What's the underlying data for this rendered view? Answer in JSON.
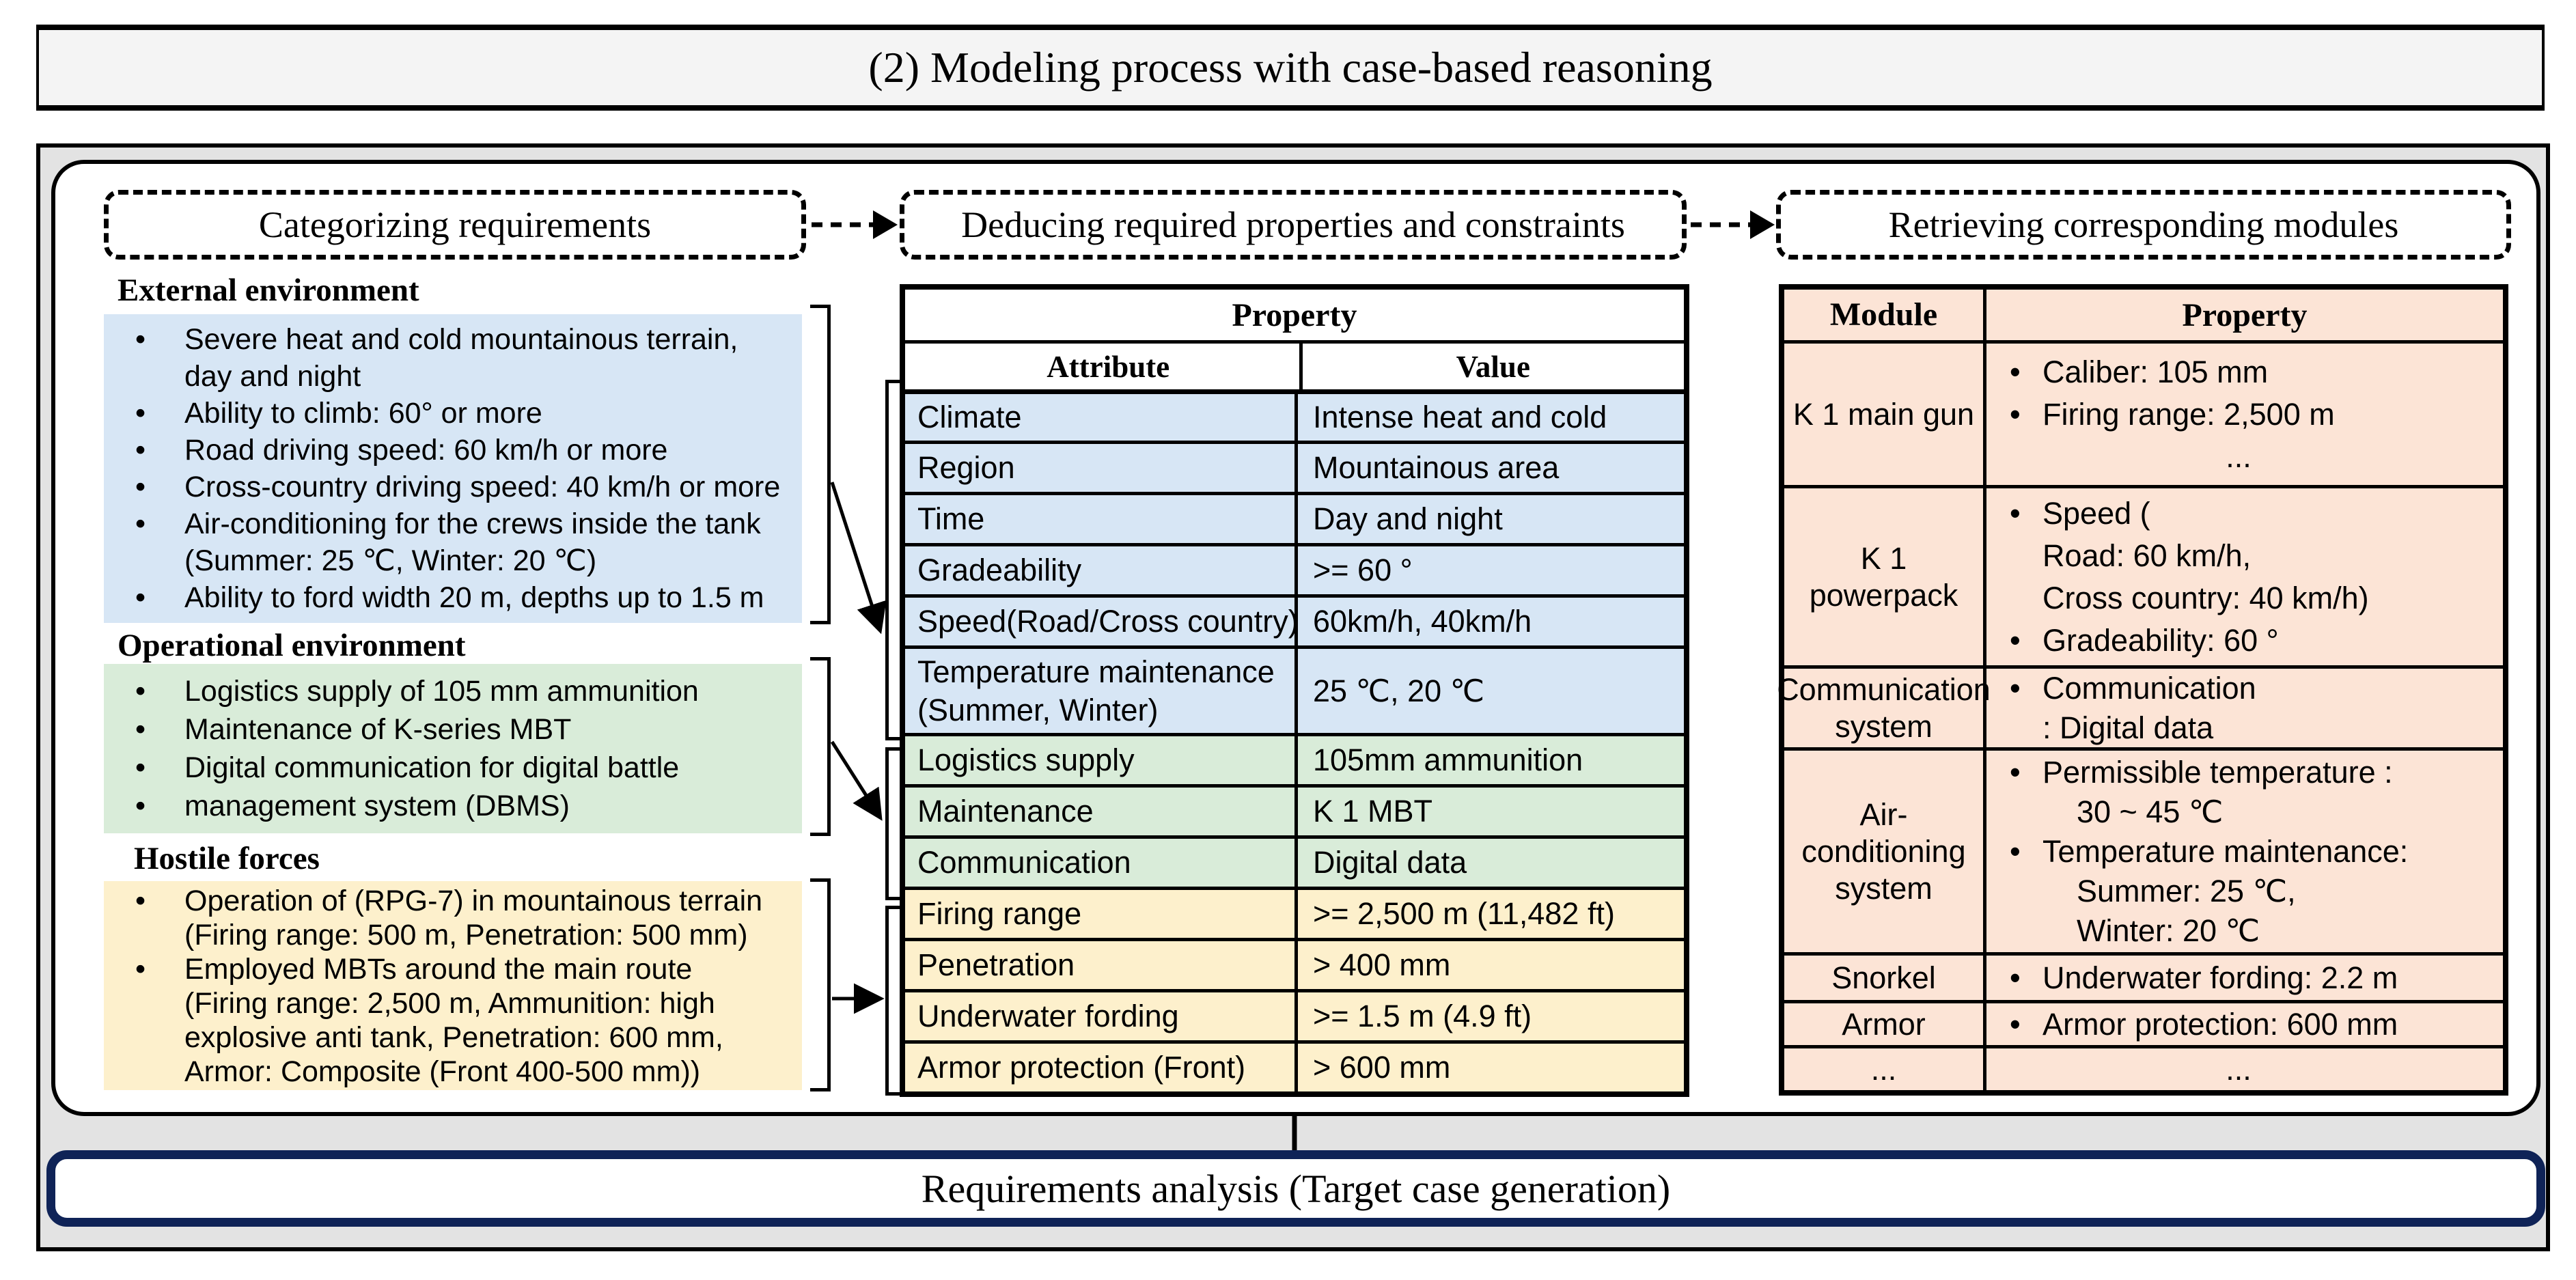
{
  "title": "(2) Modeling process with case-based reasoning",
  "steps": [
    "Categorizing requirements",
    "Deducing required properties and constraints",
    "Retrieving corresponding modules"
  ],
  "categories": [
    {
      "heading": "External environment",
      "lines": [
        "Severe heat and cold mountainous terrain,",
        "day and night",
        "Ability to climb: 60° or more",
        "Road driving speed: 60 km/h or more",
        "Cross-country driving speed: 40 km/h or more",
        "Air-conditioning for the crews inside the tank",
        "(Summer: 25 ℃, Winter: 20 ℃)",
        "Ability to ford width 20 m, depths up to 1.5 m"
      ]
    },
    {
      "heading": "Operational environment",
      "lines": [
        "Logistics supply of 105 mm ammunition",
        "Maintenance of K-series MBT",
        "Digital communication for digital battle",
        "management system (DBMS)"
      ]
    },
    {
      "heading": "Hostile forces",
      "lines": [
        "Operation of (RPG-7) in mountainous terrain",
        "(Firing range: 500 m, Penetration: 500 mm)",
        "Employed MBTs around the main route",
        "(Firing range: 2,500 m, Ammunition: high",
        "explosive anti tank, Penetration: 600 mm,",
        "Armor: Composite (Front 400-500 mm))"
      ]
    }
  ],
  "property_table": {
    "title": "Property",
    "col1": "Attribute",
    "col2": "Value",
    "rows": [
      {
        "attr": "Climate",
        "value": "Intense heat and cold"
      },
      {
        "attr": "Region",
        "value": "Mountainous area"
      },
      {
        "attr": "Time",
        "value": "Day and night"
      },
      {
        "attr": "Gradeability",
        "value": ">= 60 °"
      },
      {
        "attr": "Speed(Road/Cross country)",
        "value": "60km/h, 40km/h"
      },
      {
        "attr_line1": "Temperature maintenance",
        "attr_line2": "(Summer, Winter)",
        "value": "25 ℃, 20 ℃"
      },
      {
        "attr": "Logistics supply",
        "value": "105mm ammunition"
      },
      {
        "attr": "Maintenance",
        "value": "K 1 MBT"
      },
      {
        "attr": "Communication",
        "value": "Digital data"
      },
      {
        "attr": "Firing range",
        "value": ">= 2,500 m (11,482 ft)"
      },
      {
        "attr": "Penetration",
        "value": "> 400 mm"
      },
      {
        "attr": "Underwater fording",
        "value": ">= 1.5 m (4.9 ft)"
      },
      {
        "attr": "Armor protection (Front)",
        "value": "> 600 mm"
      }
    ]
  },
  "module_table": {
    "col1": "Module",
    "col2": "Property",
    "rows": [
      {
        "module": "K 1 main gun",
        "lines": [
          "Caliber: 105 mm",
          "Firing range: 2,500 m",
          "..."
        ]
      },
      {
        "module": "K 1 powerpack",
        "lines": [
          "Speed (",
          "Road: 60 km/h,",
          "Cross country: 40 km/h)",
          "Gradeability: 60 °"
        ]
      },
      {
        "module_line1": "Communication",
        "module_line2": "system",
        "lines": [
          "Communication",
          ": Digital data"
        ]
      },
      {
        "module_line1": "Air-conditioning",
        "module_line2": "system",
        "lines": [
          "Permissible temperature :",
          "30 ~ 45 ℃",
          "Temperature maintenance:",
          "Summer: 25 ℃,",
          "Winter: 20 ℃"
        ]
      },
      {
        "module": "Snorkel",
        "lines": [
          "Underwater fording: 2.2 m"
        ]
      },
      {
        "module": "Armor",
        "lines": [
          "Armor protection: 600 mm"
        ]
      },
      {
        "module": "...",
        "lines": [
          "..."
        ]
      }
    ]
  },
  "footer": "Requirements analysis (Target case generation)",
  "colors": {
    "block_blue": "#d7e6f5",
    "block_green": "#d9ecd9",
    "block_yellow": "#fdf0cc",
    "module_peach": "#fce4d6",
    "footer_navy": "#0f2357",
    "panel_gray": "#e3e3e3",
    "title_gray": "#f4f4f4"
  }
}
